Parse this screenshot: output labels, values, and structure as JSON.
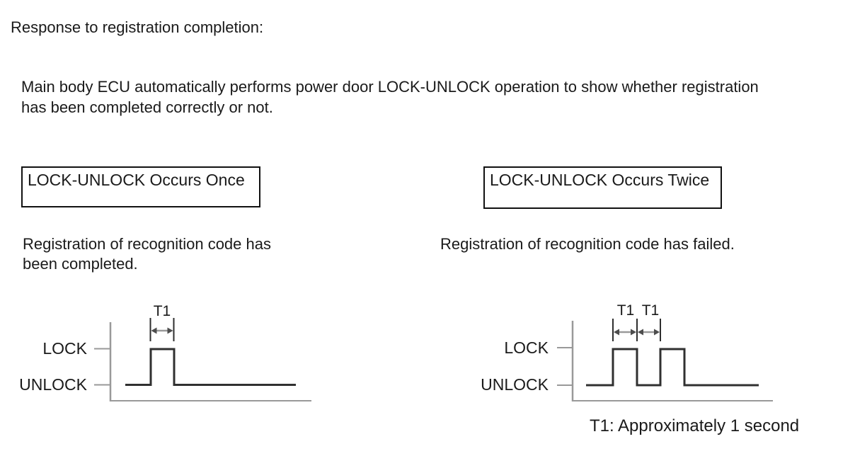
{
  "page": {
    "heading": "Response to registration completion:",
    "intro_line1": "Main body ECU automatically performs power door LOCK-UNLOCK operation to show whether registration",
    "intro_line2": "has been completed correctly or not."
  },
  "result_once": {
    "box_label": "LOCK-UNLOCK Occurs Once",
    "caption_line1": "Registration of recognition code has",
    "caption_line2": "been completed."
  },
  "result_twice": {
    "box_label": "LOCK-UNLOCK Occurs Twice",
    "caption": "Registration of recognition code has failed."
  },
  "waveforms": {
    "once": {
      "high_label": "LOCK",
      "low_label": "UNLOCK",
      "t1_labels": [
        "T1"
      ],
      "pulse_count": 1,
      "meaning": "Registration of recognition code has been completed."
    },
    "twice": {
      "high_label": "LOCK",
      "low_label": "UNLOCK",
      "t1_labels": [
        "T1",
        "T1"
      ],
      "pulse_count": 2,
      "meaning": "Registration of recognition code has failed."
    },
    "footnote": "T1: Approximately 1 second"
  },
  "colors": {
    "text": "#1a1a1a",
    "signal_line": "#303030",
    "axis_line": "#999999",
    "bracket_line": "#2e2e2e",
    "arrowhead": "#4d4d4d",
    "background": "#ffffff"
  }
}
